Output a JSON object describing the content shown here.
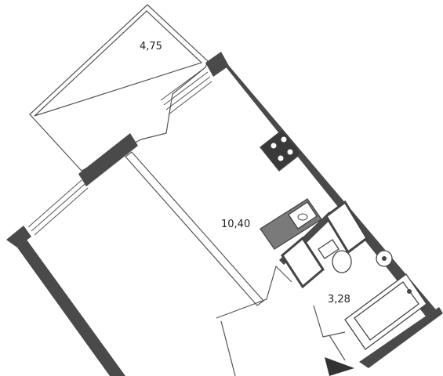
{
  "rooms": [
    {
      "id": "balcony",
      "area": "4,75"
    },
    {
      "id": "main-room",
      "area": "10,40"
    },
    {
      "id": "bathroom",
      "area": "3,28"
    }
  ],
  "colors": {
    "wall": "#4a4a4a",
    "background": "#ffffff",
    "line": "#555555"
  },
  "icons": [
    "stove-icon",
    "sink-icon",
    "toilet-icon",
    "bathtub-icon",
    "entrance-arrow-icon"
  ]
}
